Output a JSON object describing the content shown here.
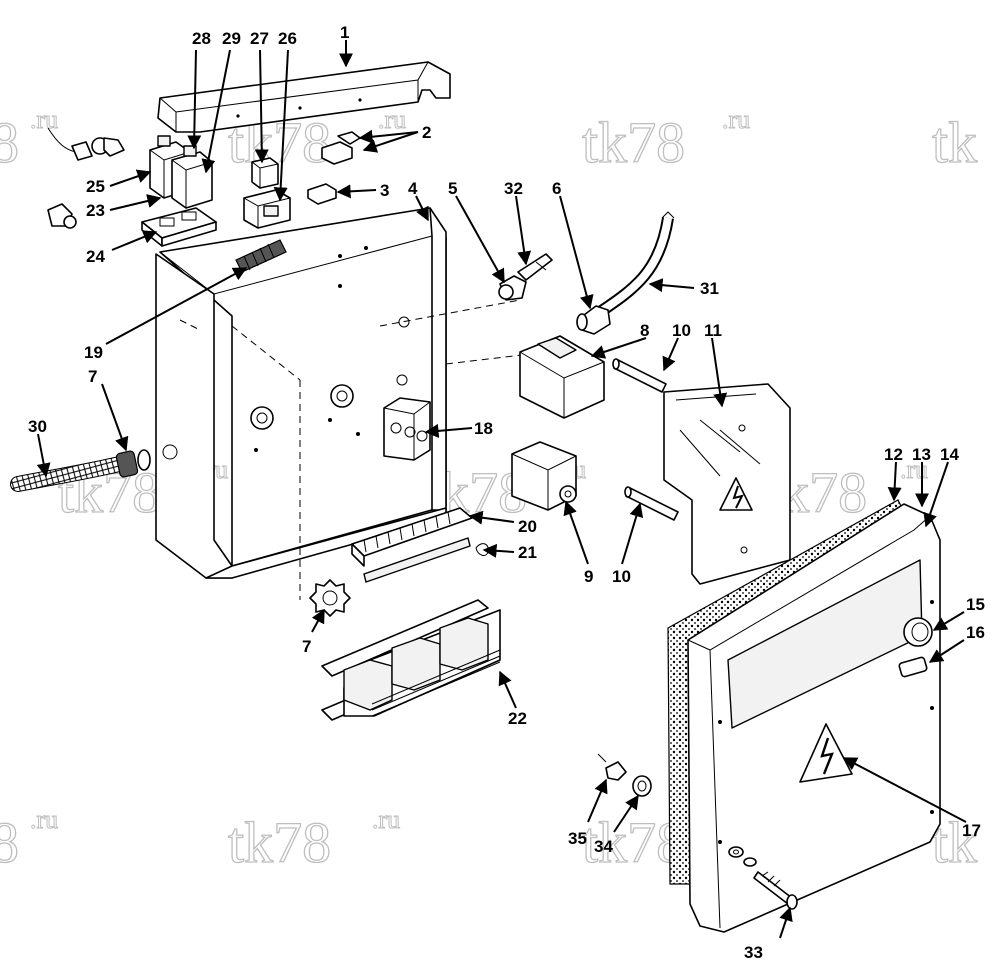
{
  "watermark": {
    "text": "tk78",
    "suffix": ".ru",
    "partial_left": "8",
    "partial_right": "tk"
  },
  "callouts": {
    "c1": "1",
    "c2": "2",
    "c3": "3",
    "c4": "4",
    "c5": "5",
    "c6": "6",
    "c7a": "7",
    "c7b": "7",
    "c8": "8",
    "c9": "9",
    "c10a": "10",
    "c10b": "10",
    "c11": "11",
    "c12": "12",
    "c13": "13",
    "c14": "14",
    "c15": "15",
    "c16": "16",
    "c17": "17",
    "c18": "18",
    "c19": "19",
    "c20": "20",
    "c21": "21",
    "c22": "22",
    "c23": "23",
    "c24": "24",
    "c25": "25",
    "c26": "26",
    "c27": "27",
    "c28": "28",
    "c29": "29",
    "c30": "30",
    "c31": "31",
    "c32": "32",
    "c33": "33",
    "c34": "34",
    "c35": "35"
  }
}
